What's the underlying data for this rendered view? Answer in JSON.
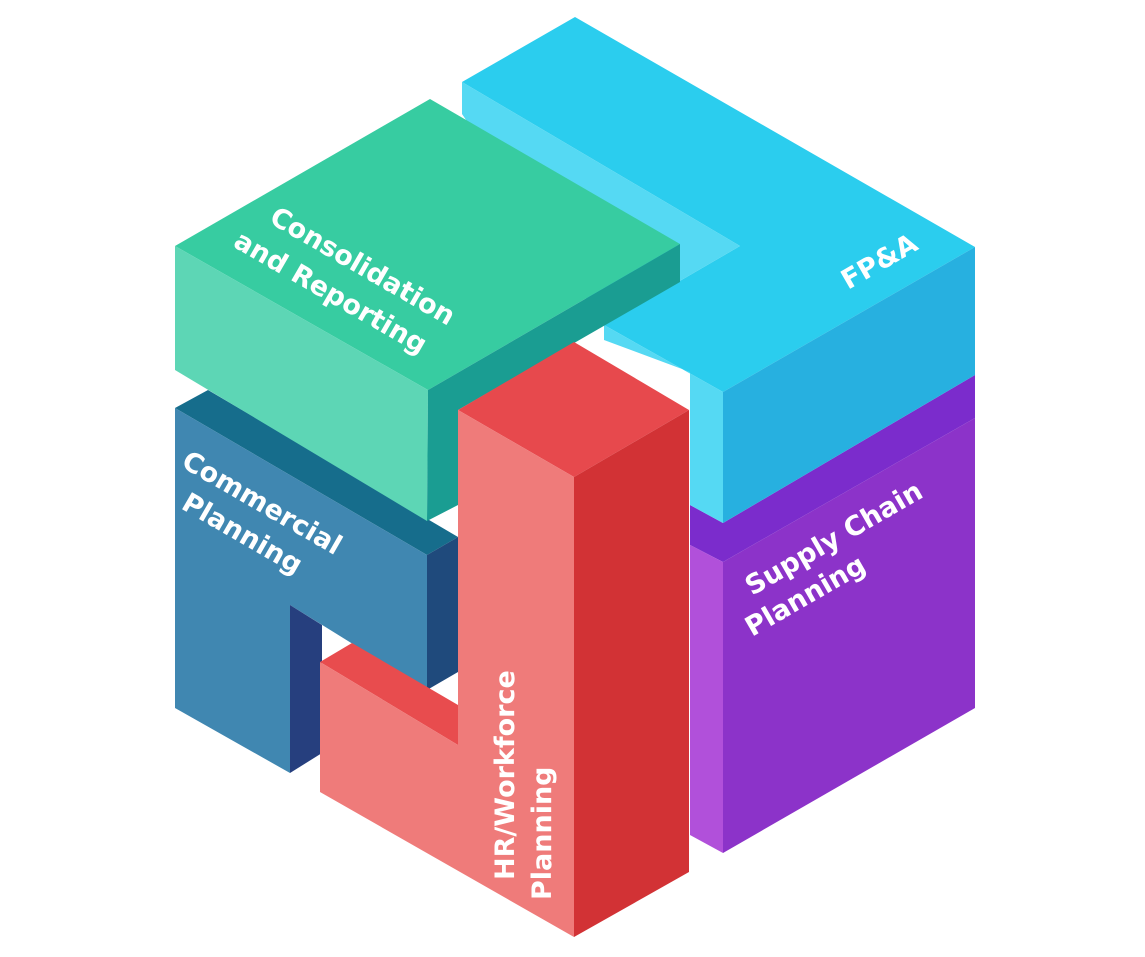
{
  "blocks": [
    {
      "id": "consolidation",
      "lines": [
        "Consolidation",
        "and Reporting"
      ],
      "colors": {
        "top": "#37cca1",
        "left": "#5dd6b5",
        "right": "#1a9d92"
      }
    },
    {
      "id": "fpa",
      "lines": [
        "FP&A"
      ],
      "colors": {
        "top": "#2bcdee",
        "light": "#55d9f3",
        "right": "#27b0e0"
      }
    },
    {
      "id": "commercial",
      "lines": [
        "Commercial",
        "Planning"
      ],
      "colors": {
        "top": "#166d8c",
        "front": "#4087b1",
        "side": "#1f4a7c",
        "inner": "#263f7e"
      }
    },
    {
      "id": "supply-chain",
      "lines": [
        "Supply Chain",
        "Planning"
      ],
      "colors": {
        "top": "#7b2ccc",
        "front": "#8c33c9",
        "side": "#b150da"
      }
    },
    {
      "id": "hr",
      "lines": [
        "HR/Workforce",
        "Planning"
      ],
      "colors": {
        "top": "#e7494d",
        "front": "#ef7b7a",
        "side": "#d23235",
        "inner": "#e84c4e"
      }
    }
  ]
}
